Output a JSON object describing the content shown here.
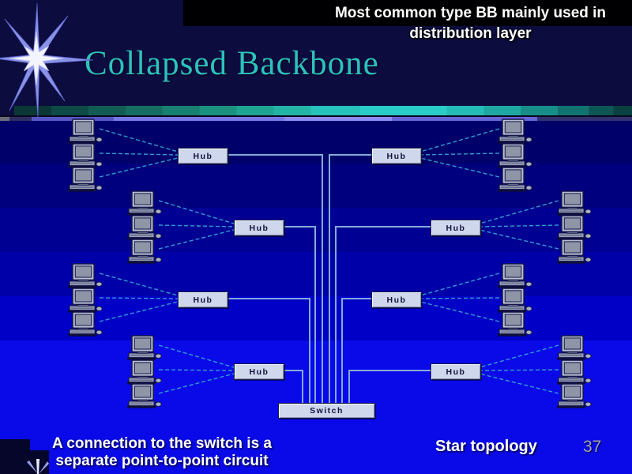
{
  "slide": {
    "title": "Collapsed Backbone",
    "top_note_line1": "Most common type BB mainly used in",
    "top_note_line2": "distribution layer",
    "bottom_note_line1": "A connection to the switch is a",
    "bottom_note_line2": "separate point-to-point circuit",
    "bottom_right_label": "Star topology",
    "page_number": "37"
  },
  "diagram": {
    "switch_label": "Switch",
    "computers_per_hub": 3,
    "hubs": [
      {
        "id": "hub-left-1",
        "label": "Hub"
      },
      {
        "id": "hub-left-2",
        "label": "Hub"
      },
      {
        "id": "hub-left-3",
        "label": "Hub"
      },
      {
        "id": "hub-left-4",
        "label": "Hub"
      },
      {
        "id": "hub-right-1",
        "label": "Hub"
      },
      {
        "id": "hub-right-2",
        "label": "Hub"
      },
      {
        "id": "hub-right-3",
        "label": "Hub"
      },
      {
        "id": "hub-right-4",
        "label": "Hub"
      }
    ]
  },
  "colors": {
    "title_text": "#2DC1BD",
    "accent_bar": "#2ACCC8",
    "background_top": "#0C0C3E",
    "background_bottom": "#0A0AE9",
    "trunk_line": "#82ACDA",
    "computer_link_line": "#2E9ECF",
    "node_fill": "#CED7EC",
    "page_number_text": "#9EA0B4"
  }
}
